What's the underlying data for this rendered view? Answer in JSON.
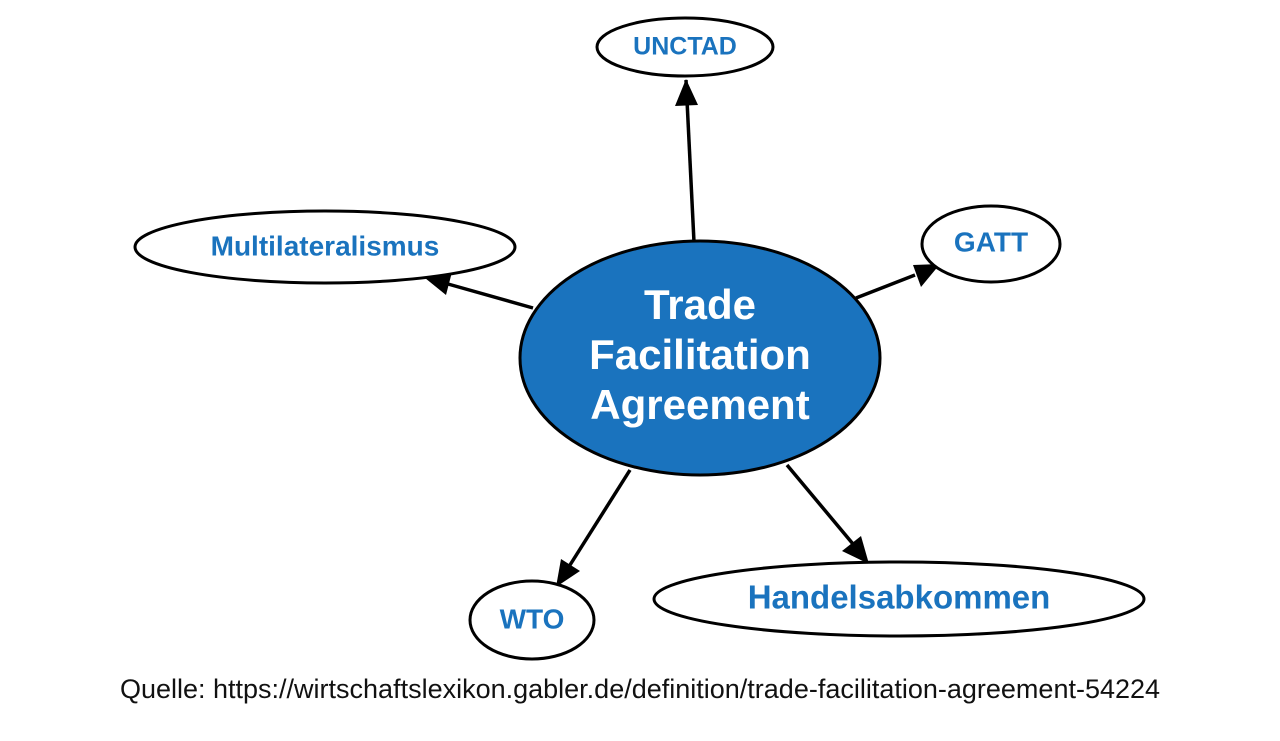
{
  "diagram": {
    "center": {
      "lines": [
        "Trade",
        "Facilitation",
        "Agreement"
      ],
      "fill": "#1a73be"
    },
    "nodes": {
      "unctad": "UNCTAD",
      "multilateralismus": "Multilateralismus",
      "gatt": "GATT",
      "wto": "WTO",
      "handelsabkommen": "Handelsabkommen"
    },
    "label_color": "#1a73be"
  },
  "source": "Quelle: https://wirtschaftslexikon.gabler.de/definition/trade-facilitation-agreement-54224"
}
